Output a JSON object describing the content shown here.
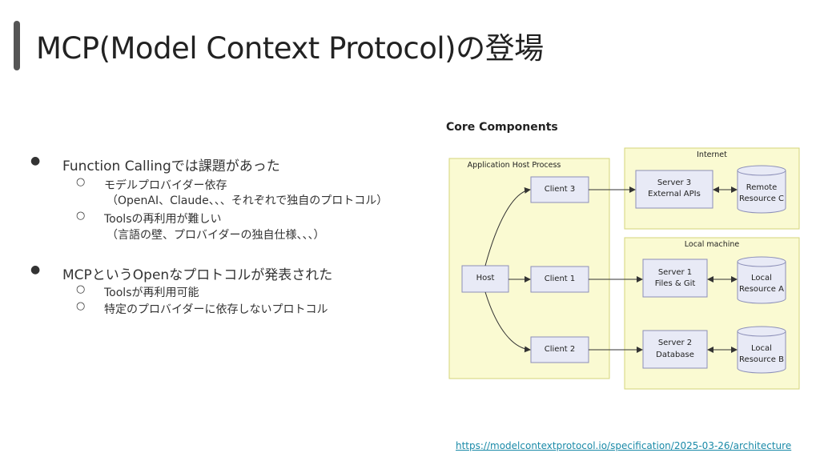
{
  "title": "MCP(Model Context Protocol)の登場",
  "bullets": [
    {
      "text": "Function Callingでは課題があった",
      "children": [
        {
          "text": "モデルプロバイダー依存",
          "cont": "（OpenAI、Claude、、、それぞれで独自のプロトコル）"
        },
        {
          "text": "Toolsの再利用が難しい",
          "cont": "（言語の壁、プロバイダーの独自仕様、、、）"
        }
      ]
    },
    {
      "text": "MCPというOpenなプロトコルが発表された",
      "children": [
        {
          "text": "Toolsが再利用可能"
        },
        {
          "text": "特定のプロバイダーに依存しないプロトコル"
        }
      ]
    }
  ],
  "diagram": {
    "title": "Core Components",
    "regions": {
      "host_process": "Application Host Process",
      "internet": "Internet",
      "local": "Local machine"
    },
    "nodes": {
      "host": "Host",
      "client1": "Client 1",
      "client2": "Client 2",
      "client3": "Client 3",
      "server1": [
        "Server 1",
        "Files & Git"
      ],
      "server2": [
        "Server 2",
        "Database"
      ],
      "server3": [
        "Server 3",
        "External APIs"
      ],
      "local_a": [
        "Local",
        "Resource A"
      ],
      "local_b": [
        "Local",
        "Resource B"
      ],
      "remote_c": [
        "Remote",
        "Resource C"
      ]
    },
    "colors": {
      "region_fill": "#fafad2",
      "region_stroke": "#d4d47a",
      "node_fill": "#e8eaf6",
      "node_stroke": "#8c8fb8"
    }
  },
  "source_link": "https://modelcontextprotocol.io/specification/2025-03-26/architecture"
}
